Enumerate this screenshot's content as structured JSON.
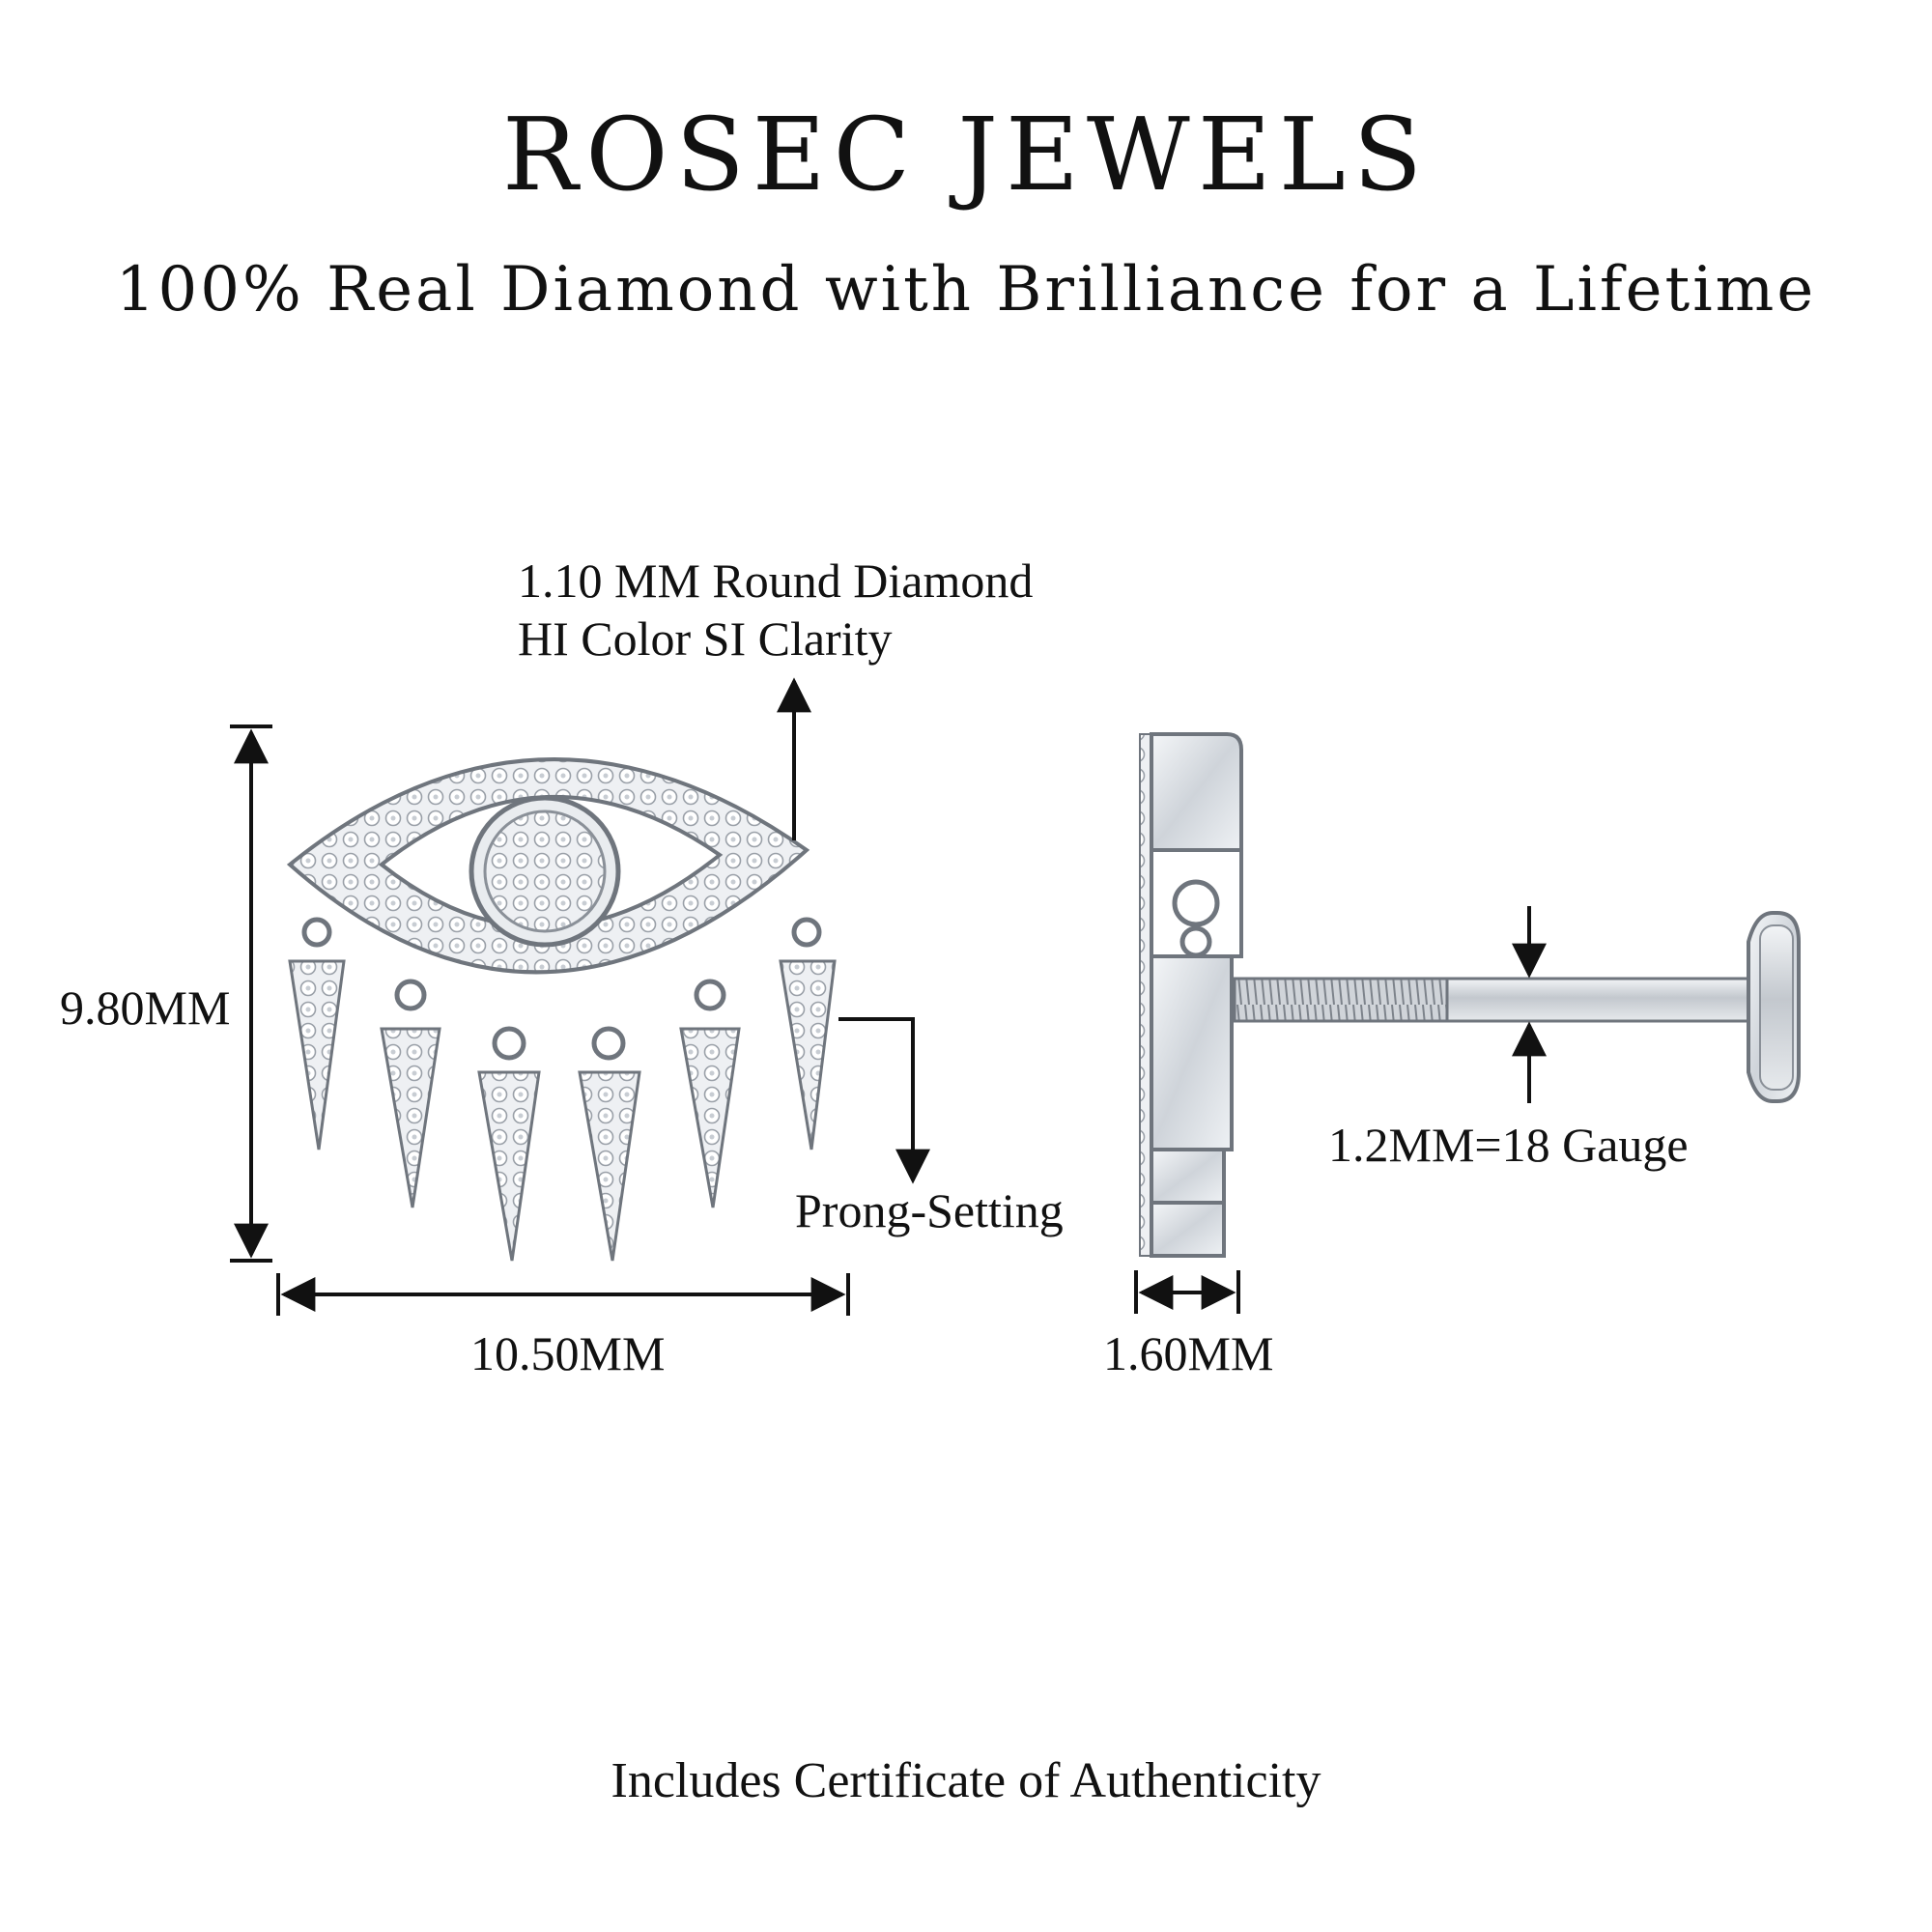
{
  "header": {
    "brand": "ROSEC JEWELS",
    "tagline": "100% Real Diamond with Brilliance for a Lifetime"
  },
  "labels": {
    "stone_line1": "1.10 MM Round Diamond",
    "stone_line2": "HI Color SI Clarity",
    "height": "9.80MM",
    "width": "10.50MM",
    "setting": "Prong-Setting",
    "thickness": "1.60MM",
    "gauge": "1.2MM=18 Gauge"
  },
  "footer": {
    "note": "Includes Certificate of Authenticity"
  },
  "colors": {
    "metal": "#d9dde2",
    "metal_dark": "#8a9098",
    "ink": "#111111"
  }
}
